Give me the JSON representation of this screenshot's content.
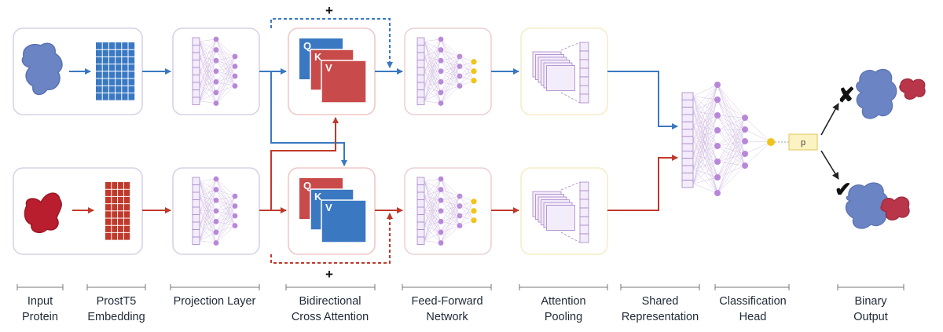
{
  "stages": [
    {
      "line1": "Input",
      "line2": "Protein"
    },
    {
      "line1": "ProstT5",
      "line2": "Embedding"
    },
    {
      "line1": "Projection Layer",
      "line2": ""
    },
    {
      "line1": "Bidirectional",
      "line2": "Cross Attention"
    },
    {
      "line1": "Feed-Forward",
      "line2": "Network"
    },
    {
      "line1": "Attention",
      "line2": "Pooling"
    },
    {
      "line1": "Shared",
      "line2": "Representation"
    },
    {
      "line1": "Classification",
      "line2": "Head"
    },
    {
      "line1": "Binary",
      "line2": "Output"
    }
  ],
  "attention": {
    "q": "Q",
    "k": "K",
    "v": "V",
    "plus": "+"
  },
  "output": {
    "prob_label": "p",
    "negative_mark": "✘",
    "positive_mark": "✔"
  },
  "colors": {
    "blue": "#3a78c2",
    "red": "#c0392b",
    "dark_red": "#b32424",
    "protein_blue": "#6b84c4",
    "protein_red": "#b81e2e",
    "node_purple": "#b888d8",
    "node_yellow": "#f0c419",
    "cell_fill": "#f3ecfa",
    "cell_stroke": "#a784c9",
    "box_purple": "#d9d2e6",
    "box_pink": "#f0c8c8",
    "box_yellow": "#f5edc8",
    "p_fill": "#fbf3c2",
    "p_stroke": "#e2c45a"
  }
}
